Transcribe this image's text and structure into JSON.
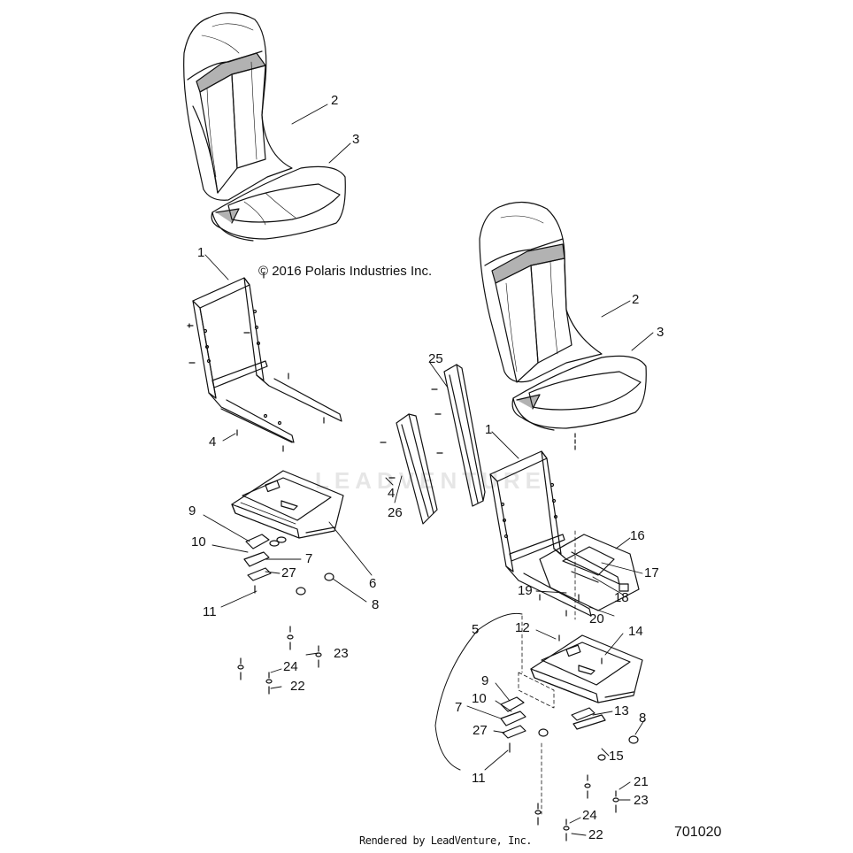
{
  "copyright": "© 2016 Polaris Industries Inc.",
  "rendered_by": "Rendered by LeadVenture, Inc.",
  "page_number": "701020",
  "watermark": "LEADVENTURE",
  "labels": [
    {
      "id": "l1a",
      "text": "1"
    },
    {
      "id": "l2a",
      "text": "2"
    },
    {
      "id": "l3a",
      "text": "3"
    },
    {
      "id": "l4a",
      "text": "4"
    },
    {
      "id": "l6",
      "text": "6"
    },
    {
      "id": "l7a",
      "text": "7"
    },
    {
      "id": "l8a",
      "text": "8"
    },
    {
      "id": "l9a",
      "text": "9"
    },
    {
      "id": "l10a",
      "text": "10"
    },
    {
      "id": "l11a",
      "text": "11"
    },
    {
      "id": "l22a",
      "text": "22"
    },
    {
      "id": "l23a",
      "text": "23"
    },
    {
      "id": "l24a",
      "text": "24"
    },
    {
      "id": "l27a",
      "text": "27"
    },
    {
      "id": "l25",
      "text": "25"
    },
    {
      "id": "l26",
      "text": "26"
    },
    {
      "id": "l4b",
      "text": "4"
    },
    {
      "id": "l1b",
      "text": "1"
    },
    {
      "id": "l2b",
      "text": "2"
    },
    {
      "id": "l3b",
      "text": "3"
    },
    {
      "id": "l16",
      "text": "16"
    },
    {
      "id": "l17",
      "text": "17"
    },
    {
      "id": "l18",
      "text": "18"
    },
    {
      "id": "l19",
      "text": "19"
    },
    {
      "id": "l20",
      "text": "20"
    },
    {
      "id": "l5",
      "text": "5"
    },
    {
      "id": "l12",
      "text": "12"
    },
    {
      "id": "l14",
      "text": "14"
    },
    {
      "id": "l9b",
      "text": "9"
    },
    {
      "id": "l10b",
      "text": "10"
    },
    {
      "id": "l7b",
      "text": "7"
    },
    {
      "id": "l27b",
      "text": "27"
    },
    {
      "id": "l11b",
      "text": "11"
    },
    {
      "id": "l13",
      "text": "13"
    },
    {
      "id": "l8b",
      "text": "8"
    },
    {
      "id": "l15",
      "text": "15"
    },
    {
      "id": "l21",
      "text": "21"
    },
    {
      "id": "l23b",
      "text": "23"
    },
    {
      "id": "l24b",
      "text": "24"
    },
    {
      "id": "l22b",
      "text": "22"
    }
  ]
}
